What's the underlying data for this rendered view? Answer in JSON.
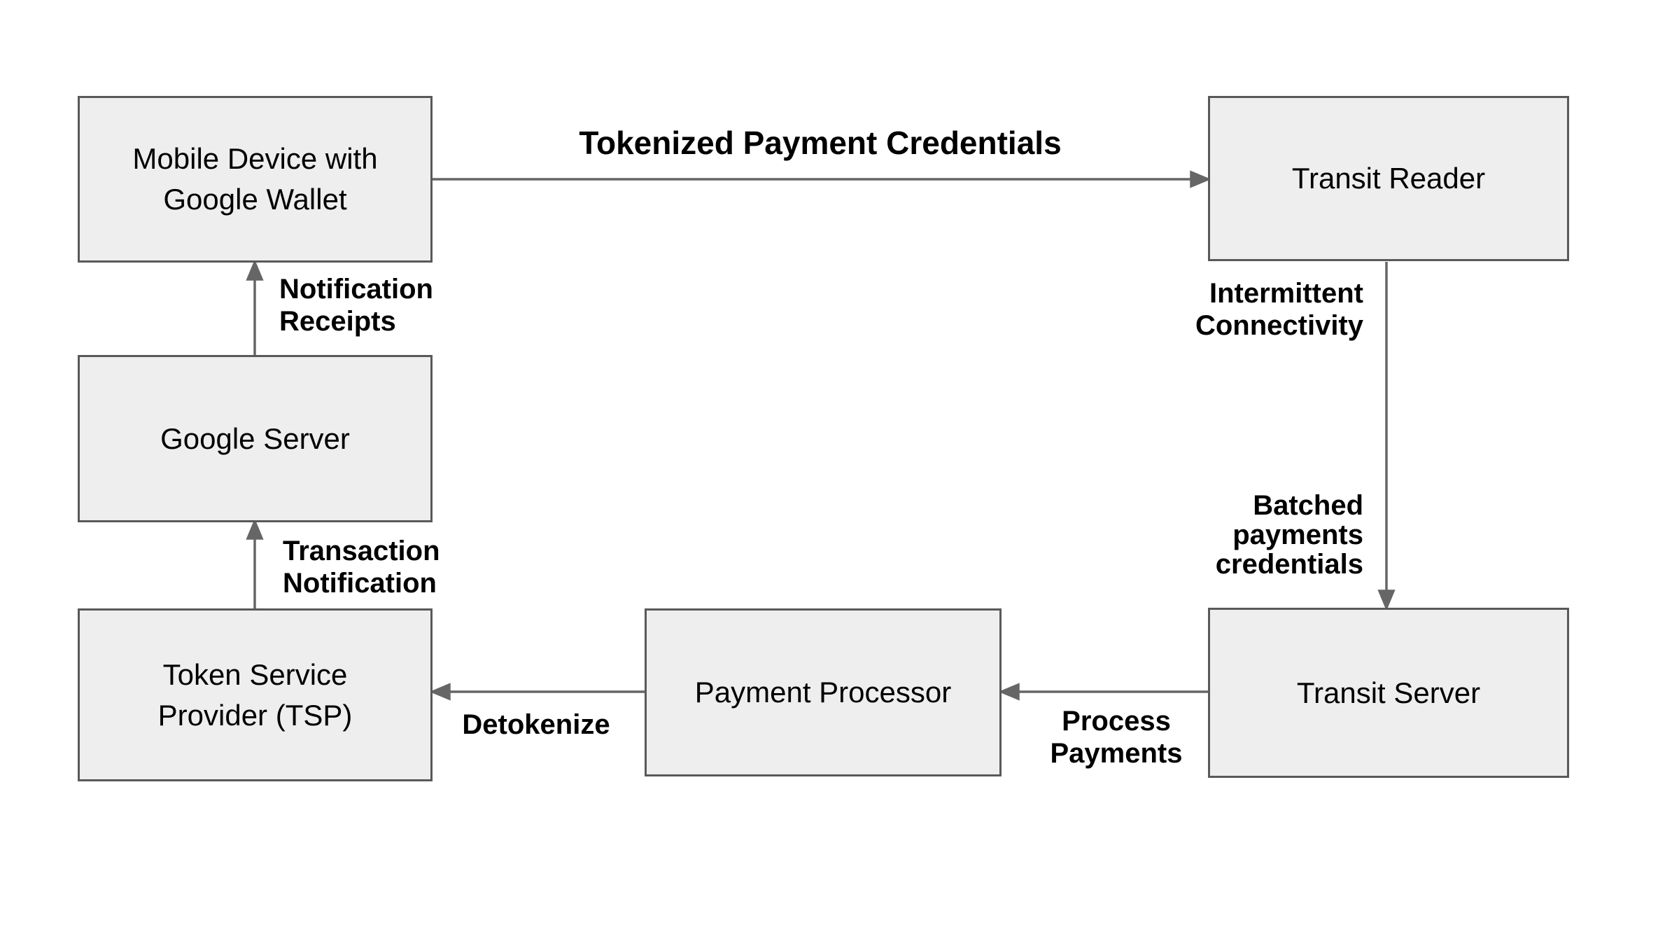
{
  "diagram": {
    "description": "Google Wallet transit payment flow diagram",
    "colors": {
      "background": "#ffffff",
      "node_fill": "#eeeeee",
      "node_border": "#595959",
      "arrow": "#666666",
      "text": "#000000"
    },
    "nodes": [
      {
        "id": "mobile-device-google-wallet",
        "lines": [
          "Mobile Device with",
          "Google Wallet"
        ]
      },
      {
        "id": "transit-reader",
        "lines": [
          "Transit Reader"
        ]
      },
      {
        "id": "google-server",
        "lines": [
          "Google Server"
        ]
      },
      {
        "id": "token-service-provider",
        "lines": [
          "Token Service",
          "Provider (TSP)"
        ]
      },
      {
        "id": "payment-processor",
        "lines": [
          "Payment Processor"
        ]
      },
      {
        "id": "transit-server",
        "lines": [
          "Transit Server"
        ]
      }
    ],
    "edges": [
      {
        "id": "tokenized-payment-credentials",
        "from": "mobile-device-google-wallet",
        "to": "transit-reader",
        "labels": [
          {
            "lines": [
              "Tokenized Payment Credentials"
            ]
          }
        ]
      },
      {
        "id": "reader-to-transit-server",
        "from": "transit-reader",
        "to": "transit-server",
        "labels": [
          {
            "lines": [
              "Intermittent",
              "Connectivity"
            ]
          },
          {
            "lines": [
              "Batched",
              "payments",
              "credentials"
            ]
          }
        ]
      },
      {
        "id": "process-payments",
        "from": "transit-server",
        "to": "payment-processor",
        "labels": [
          {
            "lines": [
              "Process",
              "Payments"
            ]
          }
        ]
      },
      {
        "id": "detokenize",
        "from": "payment-processor",
        "to": "token-service-provider",
        "labels": [
          {
            "lines": [
              "Detokenize"
            ]
          }
        ]
      },
      {
        "id": "transaction-notification",
        "from": "token-service-provider",
        "to": "google-server",
        "labels": [
          {
            "lines": [
              "Transaction",
              "Notification"
            ]
          }
        ]
      },
      {
        "id": "notification-receipts",
        "from": "google-server",
        "to": "mobile-device-google-wallet",
        "labels": [
          {
            "lines": [
              "Notification",
              "Receipts"
            ]
          }
        ]
      }
    ]
  }
}
